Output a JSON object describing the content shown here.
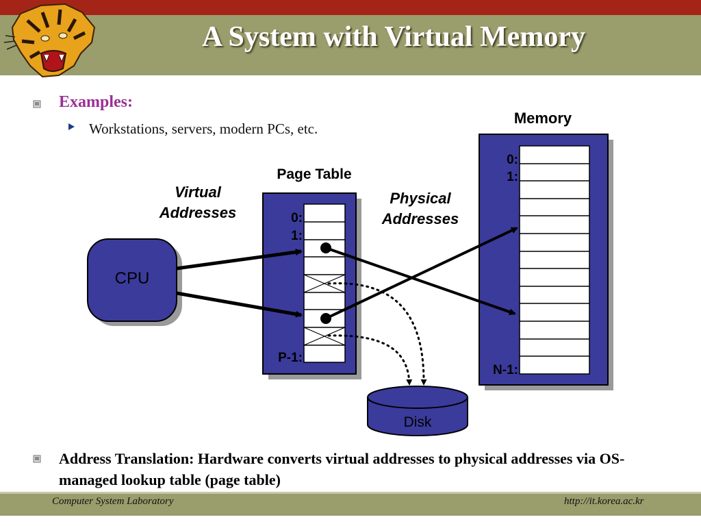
{
  "slide": {
    "title": "A System with Virtual Memory",
    "bullet1": "Examples:",
    "sub_bullet1": "Workstations, servers, modern PCs, etc.",
    "bullet2": "Address Translation: Hardware converts virtual addresses to physical addresses via OS-managed lookup table (page table)"
  },
  "diagram": {
    "memory_label": "Memory",
    "page_table_label": "Page Table",
    "virtual_label_line1": "Virtual",
    "virtual_label_line2": "Addresses",
    "physical_label_line1": "Physical",
    "physical_label_line2": "Addresses",
    "cpu_label": "CPU",
    "disk_label": "Disk",
    "pt_row0": "0:",
    "pt_row1": "1:",
    "pt_rowlast": "P-1:",
    "mem_row0": "0:",
    "mem_row1": "1:",
    "mem_rowlast": "N-1:"
  },
  "footer": {
    "left": "Computer System Laboratory",
    "right": "http://it.korea.ac.kr"
  },
  "colors": {
    "header_red": "#a42418",
    "header_olive": "#9a9d6c",
    "box_blue": "#3b3b9c",
    "examples_purple": "#9b2f94"
  },
  "icons": {
    "logo": "tiger-logo-icon",
    "bullet": "square-bullet-icon",
    "sub_bullet": "triangle-arrow-icon"
  }
}
